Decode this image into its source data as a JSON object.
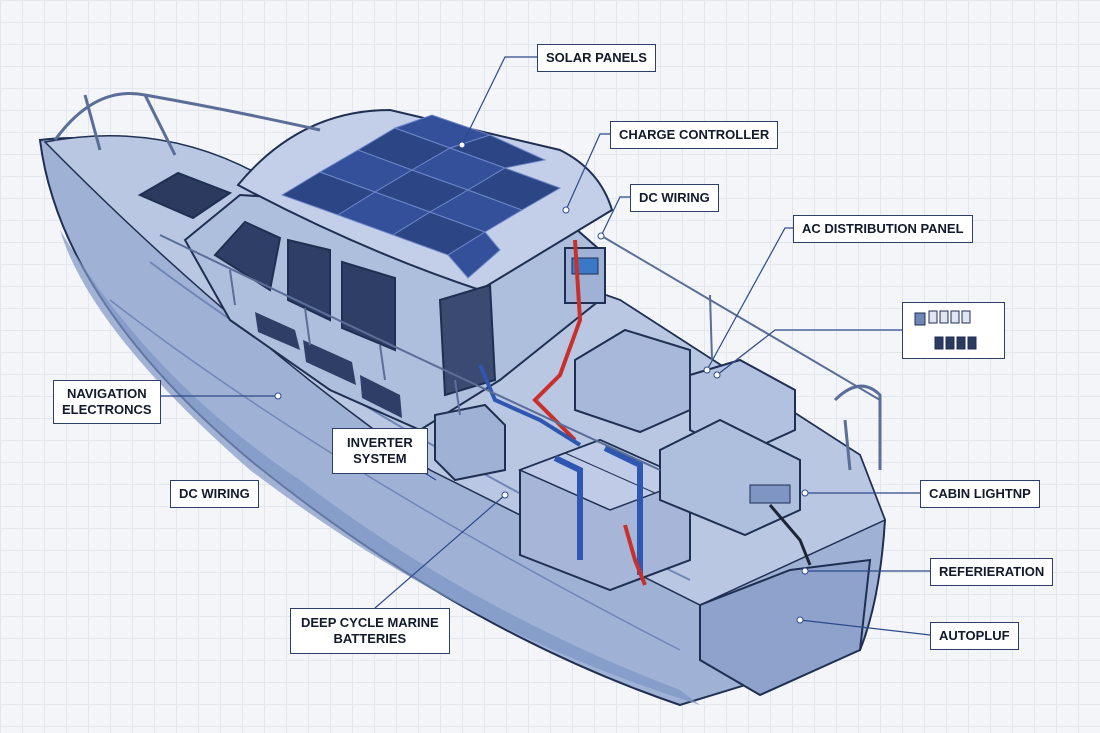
{
  "labels": {
    "solar_panels": "SOLAR PANELS",
    "charge_controller": "CHARGE CONTROLLER",
    "dc_wiring_top": "DC WIRING",
    "ac_distribution_panel": "AC DISTRIBUTION PANEL",
    "navigation_electronics_line1": "NAVIGATION",
    "navigation_electronics_line2": "ELECTRONCS",
    "inverter_system_line1": "INVERTER",
    "inverter_system_line2": "SYSTEM",
    "dc_wiring_left": "DC WIRING",
    "cabin_lighting": "CABIN LIGHTNP",
    "refrigeration": "REFERIERATION",
    "deep_cycle_batteries_line1": "DEEP CYCLE MARINE",
    "deep_cycle_batteries_line2": "BATTERIES",
    "autopilot": "AUTOPLUF"
  },
  "colors": {
    "hull": "#9fb2d6",
    "hull_dark": "#7189b8",
    "deck": "#b9c7e3",
    "outline": "#1f2f52",
    "solar": "#2b4585",
    "wire_red": "#c8302c",
    "wire_blue": "#2f56b0",
    "leader_line": "#2d4a8a"
  },
  "icons": {
    "ac_panel_inset": "breaker-switch-panel-icon"
  }
}
